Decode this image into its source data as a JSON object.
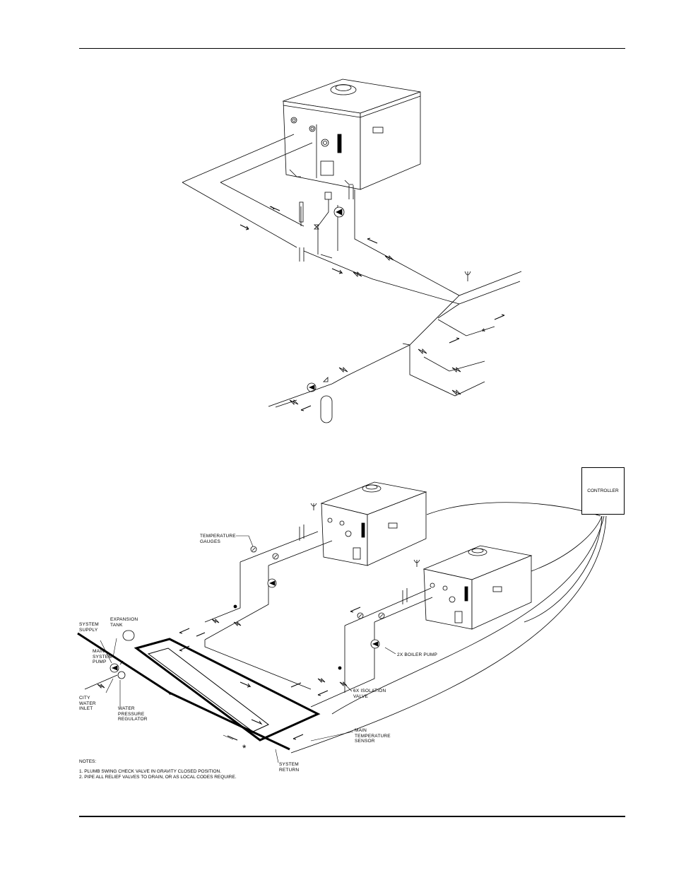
{
  "labels": {
    "temperature_gauges": "TEMPERATURE\nGAUGES",
    "system_supply": "SYSTEM\nSUPPLY",
    "expansion_tank": "EXPANSION\nTANK",
    "main_system_pump": "MAIN\nSYSTEM\nPUMP",
    "city_water_inlet": "CITY\nWATER\nINLET",
    "water_pressure_regulator": "WATER\nPRESSURE\nREGULATOR",
    "boiler_pump": "2X BOILER PUMP",
    "isolation_valve": "6X ISOLATION\nVALVE",
    "main_temperature_sensor": "MAIN\nTEMPERATURE\nSENSOR",
    "system_return": "SYSTEM\nRETURN",
    "controller": "CONTROLLER",
    "asterisk": "*"
  },
  "notes": {
    "heading": "NOTES:",
    "items": [
      "1.  PLUMB SWING CHECK VALVE IN GRAVITY CLOSED POSITION.",
      "2.  PIPE ALL RELIEF VALVES TO DRAIN, OR AS LOCAL CODES REQUIRE."
    ]
  }
}
